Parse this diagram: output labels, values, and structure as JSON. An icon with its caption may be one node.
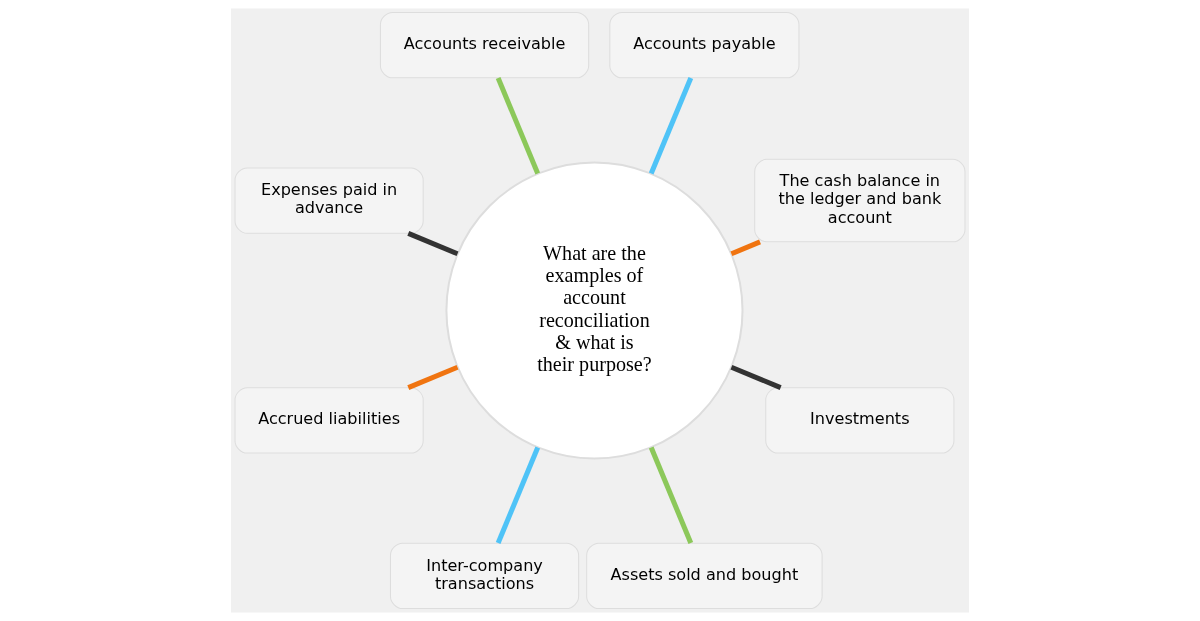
{
  "diagram": {
    "nodes": [
      {
        "text": [
          "What are the examples of account reconciliation & what is their purpose?"
        ]
      },
      {
        "text": [
          "The cash balance in the ledger and bank account"
        ]
      },
      {
        "text": [
          "Accounts payable"
        ]
      },
      {
        "text": [
          "Accounts receivable"
        ]
      },
      {
        "text": [
          "Expenses paid in advance"
        ]
      },
      {
        "text": [
          "Accrued liabilities"
        ]
      },
      {
        "text": [
          "Inter-company transactions"
        ]
      },
      {
        "text": [
          "Assets sold and bought"
        ]
      },
      {
        "text": [
          "Investments"
        ]
      }
    ],
    "edges": [
      {
        "from": 0,
        "to": 1,
        "arrow": "none",
        "color": "#f07410"
      },
      {
        "from": 0,
        "to": 2,
        "arrow": "none",
        "color": "#4fc3f7"
      },
      {
        "from": 0,
        "to": 3,
        "arrow": "none",
        "color": "#8cc85a"
      },
      {
        "from": 0,
        "to": 4,
        "arrow": "none",
        "color": "#333333"
      },
      {
        "from": 0,
        "to": 5,
        "arrow": "none",
        "color": "#f07410"
      },
      {
        "from": 0,
        "to": 6,
        "arrow": "none",
        "color": "#4fc3f7"
      },
      {
        "from": 0,
        "to": 7,
        "arrow": "none",
        "color": "#8cc85a"
      },
      {
        "from": 0,
        "to": 8,
        "arrow": "none",
        "color": "#333333"
      }
    ]
  }
}
